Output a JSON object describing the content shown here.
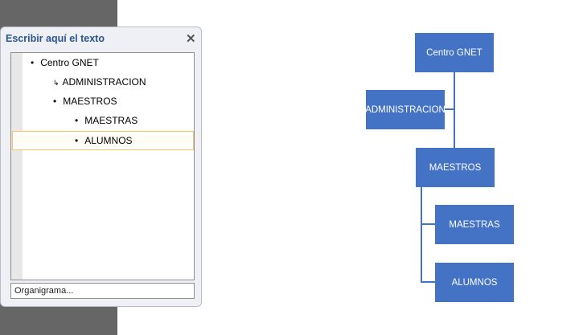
{
  "pane": {
    "title": "Escribir aquí el texto",
    "close_icon": "close-icon",
    "items": [
      {
        "text": "Centro GNET",
        "bullet": "•"
      },
      {
        "text": "ADMINISTRACION",
        "bullet": "↳"
      },
      {
        "text": "MAESTROS",
        "bullet": "•"
      },
      {
        "text": "MAESTRAS",
        "bullet": "•"
      },
      {
        "text": "ALUMNOS",
        "bullet": "•"
      }
    ],
    "footer": "Organigrama..."
  },
  "chart": {
    "nodes": [
      "Centro GNET",
      "ADMINISTRACION",
      "MAESTROS",
      "MAESTRAS",
      "ALUMNOS"
    ],
    "color": "#4472C4"
  }
}
